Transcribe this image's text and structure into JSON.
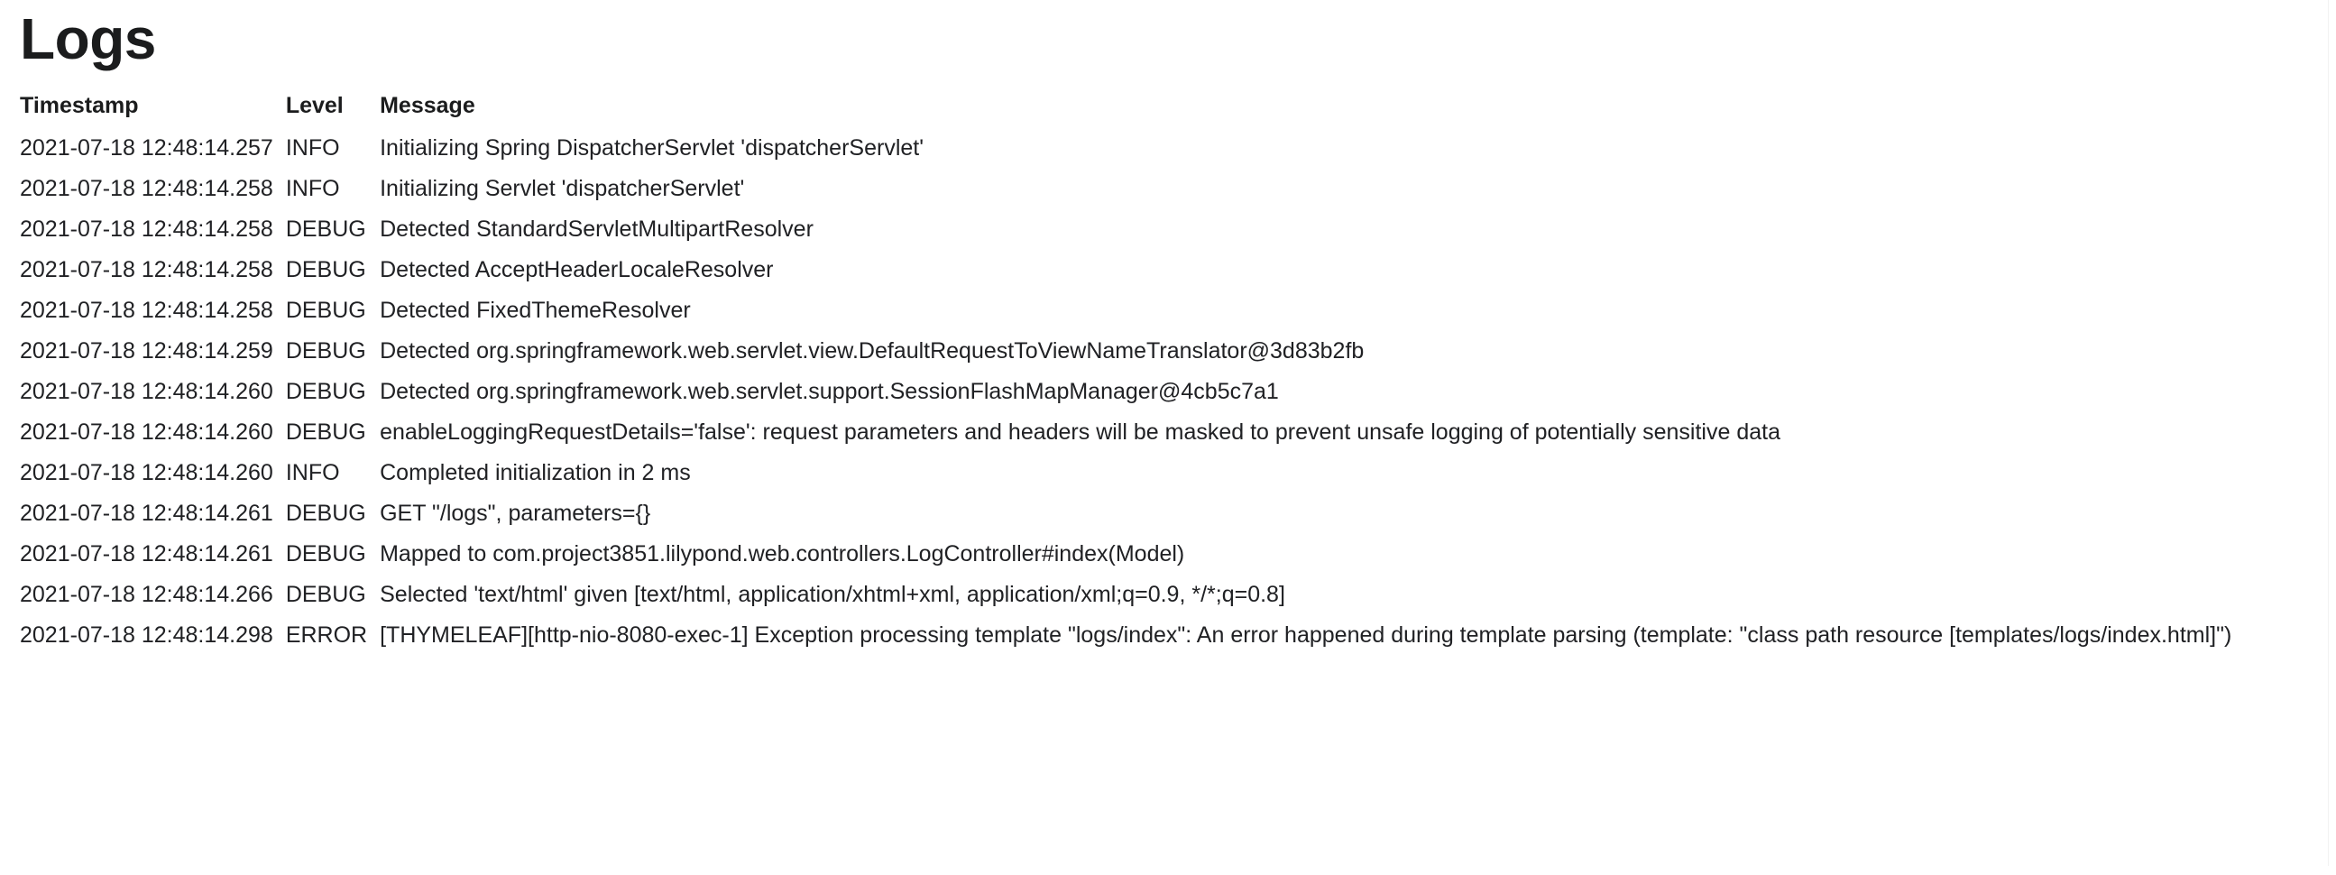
{
  "page": {
    "title": "Logs"
  },
  "table": {
    "columns": [
      {
        "key": "timestamp",
        "label": "Timestamp"
      },
      {
        "key": "level",
        "label": "Level"
      },
      {
        "key": "message",
        "label": "Message"
      }
    ],
    "rows": [
      {
        "timestamp": "2021-07-18 12:48:14.257",
        "level": "INFO",
        "message": "Initializing Spring DispatcherServlet 'dispatcherServlet'"
      },
      {
        "timestamp": "2021-07-18 12:48:14.258",
        "level": "INFO",
        "message": "Initializing Servlet 'dispatcherServlet'"
      },
      {
        "timestamp": "2021-07-18 12:48:14.258",
        "level": "DEBUG",
        "message": "Detected StandardServletMultipartResolver"
      },
      {
        "timestamp": "2021-07-18 12:48:14.258",
        "level": "DEBUG",
        "message": "Detected AcceptHeaderLocaleResolver"
      },
      {
        "timestamp": "2021-07-18 12:48:14.258",
        "level": "DEBUG",
        "message": "Detected FixedThemeResolver"
      },
      {
        "timestamp": "2021-07-18 12:48:14.259",
        "level": "DEBUG",
        "message": "Detected org.springframework.web.servlet.view.DefaultRequestToViewNameTranslator@3d83b2fb"
      },
      {
        "timestamp": "2021-07-18 12:48:14.260",
        "level": "DEBUG",
        "message": "Detected org.springframework.web.servlet.support.SessionFlashMapManager@4cb5c7a1"
      },
      {
        "timestamp": "2021-07-18 12:48:14.260",
        "level": "DEBUG",
        "message": "enableLoggingRequestDetails='false': request parameters and headers will be masked to prevent unsafe logging of potentially sensitive data"
      },
      {
        "timestamp": "2021-07-18 12:48:14.260",
        "level": "INFO",
        "message": "Completed initialization in 2 ms"
      },
      {
        "timestamp": "2021-07-18 12:48:14.261",
        "level": "DEBUG",
        "message": "GET \"/logs\", parameters={}"
      },
      {
        "timestamp": "2021-07-18 12:48:14.261",
        "level": "DEBUG",
        "message": "Mapped to com.project3851.lilypond.web.controllers.LogController#index(Model)"
      },
      {
        "timestamp": "2021-07-18 12:48:14.266",
        "level": "DEBUG",
        "message": "Selected 'text/html' given [text/html, application/xhtml+xml, application/xml;q=0.9, */*;q=0.8]"
      },
      {
        "timestamp": "2021-07-18 12:48:14.298",
        "level": "ERROR",
        "message": "[THYMELEAF][http-nio-8080-exec-1] Exception processing template \"logs/index\": An error happened during template parsing (template: \"class path resource [templates/logs/index.html]\")"
      }
    ]
  },
  "colors": {
    "background": "#ffffff",
    "text": "#202124",
    "heading": "#1b1c1d"
  }
}
